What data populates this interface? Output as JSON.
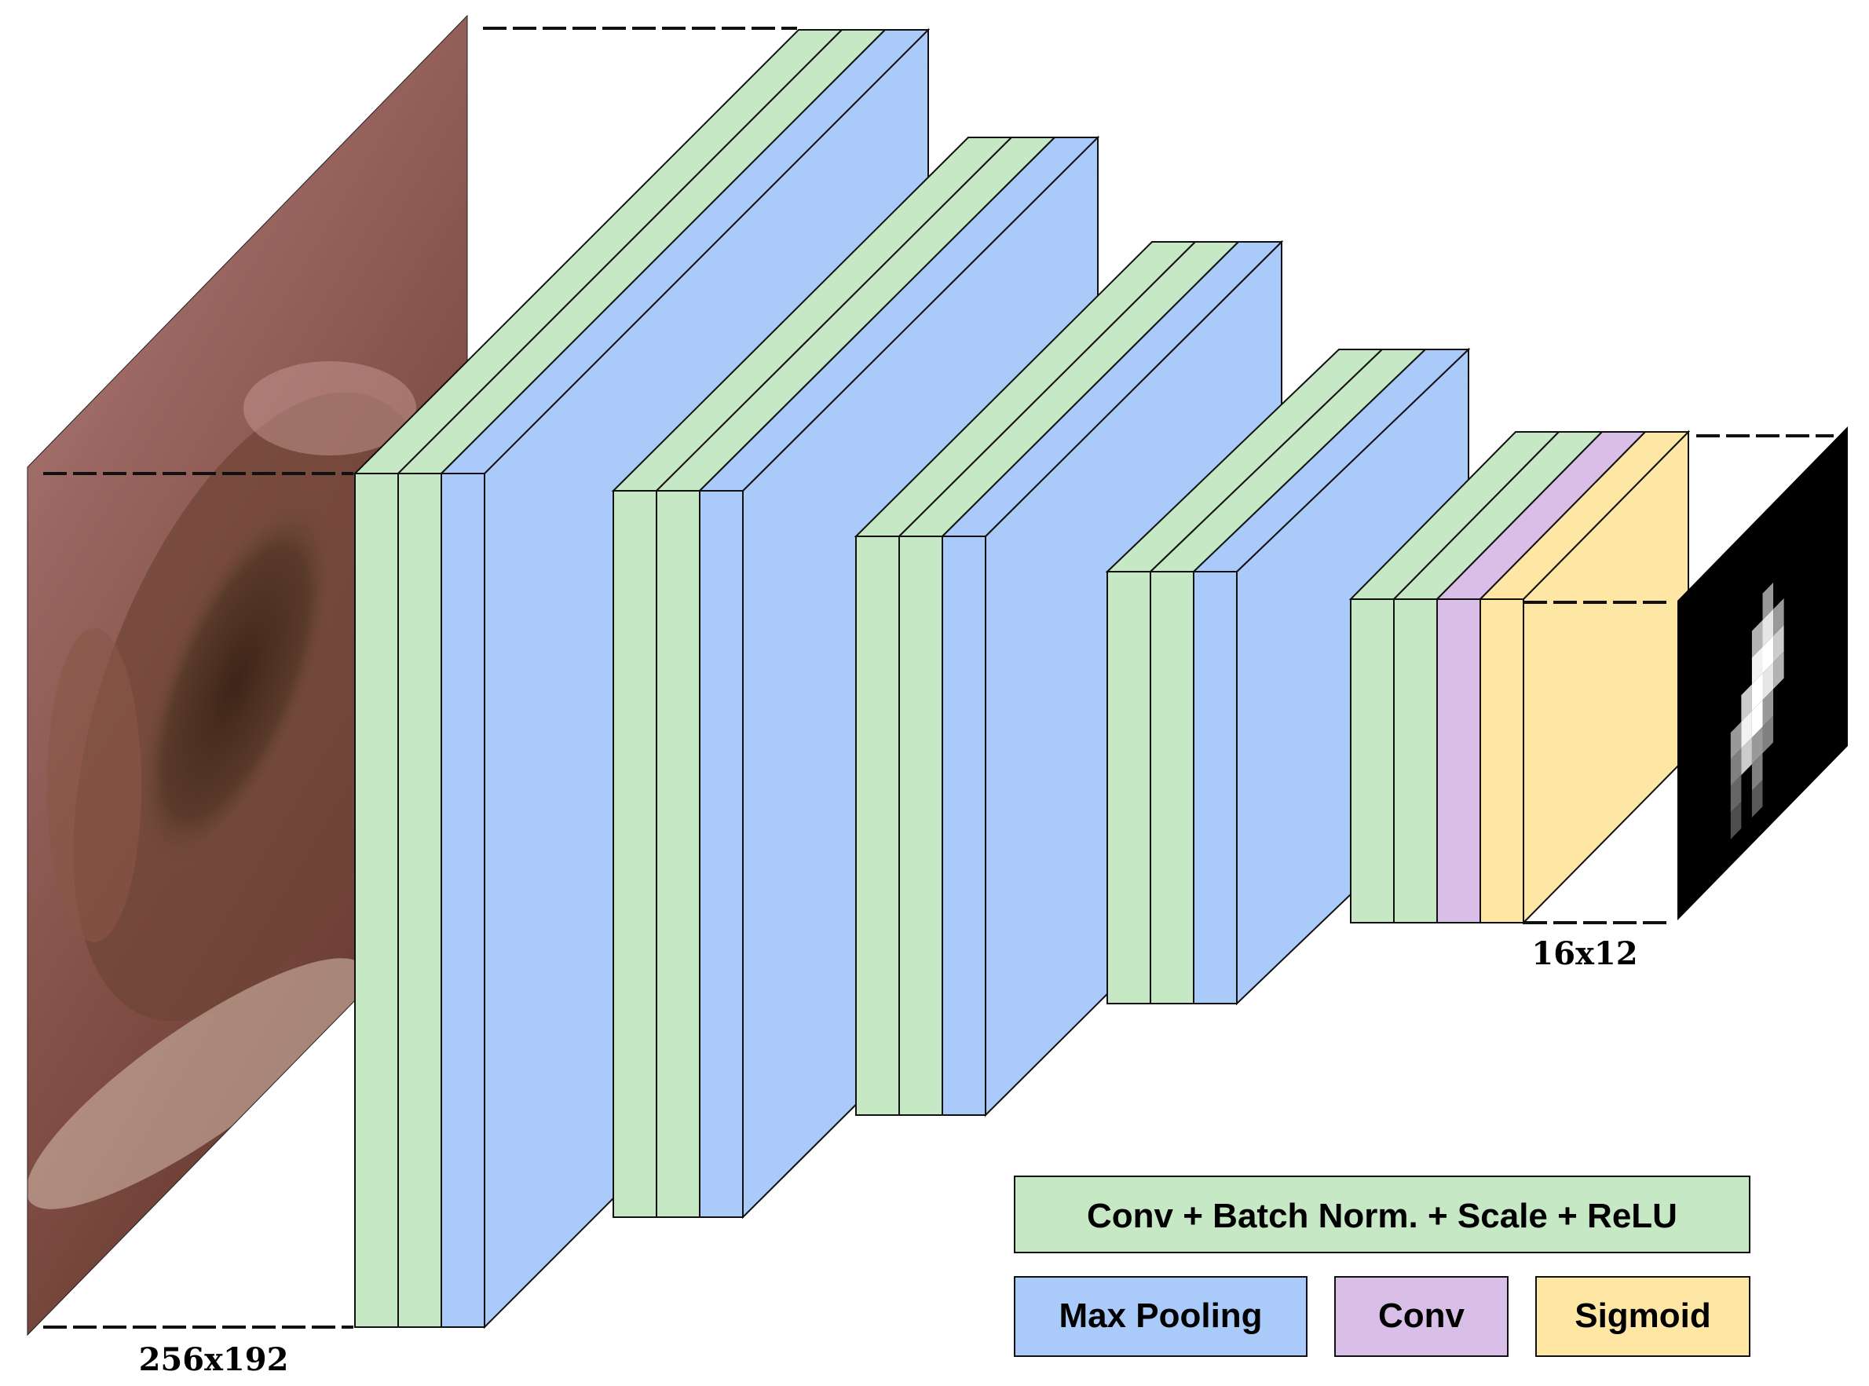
{
  "colors": {
    "conv_bn_relu": "#c6e8c5",
    "max_pooling": "#aacbfa",
    "conv": "#d9bfe8",
    "sigmoid": "#fee7a5",
    "stroke": "#111111",
    "output_bg": "#000000"
  },
  "input": {
    "size_label": "256x192",
    "icon": "endoscopy-image-icon"
  },
  "output": {
    "size_label": "16x12",
    "icon": "probability-heatmap-icon"
  },
  "legend": {
    "conv_bn_relu": "Conv + Batch Norm. + Scale + ReLU",
    "max_pooling": "Max Pooling",
    "conv": "Conv",
    "sigmoid": "Sigmoid"
  },
  "blocks": [
    {
      "name": "block-1",
      "layers": [
        "conv_bn_relu",
        "conv_bn_relu",
        "max_pooling"
      ]
    },
    {
      "name": "block-2",
      "layers": [
        "conv_bn_relu",
        "conv_bn_relu",
        "max_pooling"
      ]
    },
    {
      "name": "block-3",
      "layers": [
        "conv_bn_relu",
        "conv_bn_relu",
        "max_pooling"
      ]
    },
    {
      "name": "block-4",
      "layers": [
        "conv_bn_relu",
        "conv_bn_relu",
        "max_pooling"
      ]
    },
    {
      "name": "block-5",
      "layers": [
        "conv_bn_relu",
        "conv_bn_relu",
        "conv",
        "sigmoid"
      ]
    }
  ]
}
